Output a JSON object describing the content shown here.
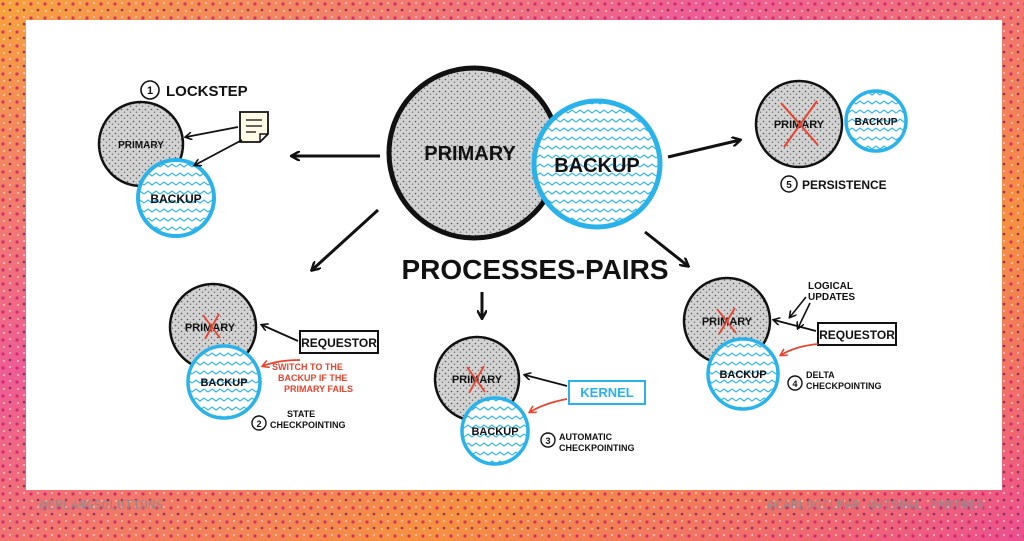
{
  "title": "PROCESSES-PAIRS",
  "center": {
    "primary": "PRIMARY",
    "backup": "BACKUP"
  },
  "lockstep": {
    "number": "1",
    "label": "LOCKSTEP",
    "primary": "PRIMARY",
    "backup": "BACKUP"
  },
  "persistence": {
    "number": "5",
    "label": "PERSISTENCE",
    "primary": "PRIMARY",
    "backup": "BACKUP"
  },
  "state_checkpointing": {
    "number": "2",
    "label_line1": "STATE",
    "label_line2": "CHECKPOINTING",
    "primary": "PRIMARY",
    "backup": "BACKUP",
    "requestor": "REQUESTOR",
    "note_line1": "SWITCH TO THE",
    "note_line2": "BACKUP IF THE",
    "note_line3": "PRIMARY FAILS"
  },
  "automatic_checkpointing": {
    "number": "3",
    "label_line1": "AUTOMATIC",
    "label_line2": "CHECKPOINTING",
    "primary": "PRIMARY",
    "backup": "BACKUP",
    "kernel": "KERNEL"
  },
  "delta_checkpointing": {
    "number": "4",
    "label_line1": "DELTA",
    "label_line2": "CHECKPOINTING",
    "primary": "PRIMARY",
    "backup": "BACKUP",
    "requestor": "REQUESTOR",
    "note_line1": "LOGICAL",
    "note_line2": "UPDATES"
  },
  "credits": {
    "left": "@ERLANGSOLUTIONS",
    "right": "@CARLOGILMAR @VISUAL_PARTNER"
  },
  "colors": {
    "backup_blue": "#2ab3ea",
    "failure_red": "#e8432f",
    "border_pink": "#f06a9c",
    "border_orange": "#f7a33a",
    "primary_gray": "#cfcfcf"
  },
  "icons": [
    "document-icon",
    "arrow-icon",
    "cross-icon"
  ]
}
